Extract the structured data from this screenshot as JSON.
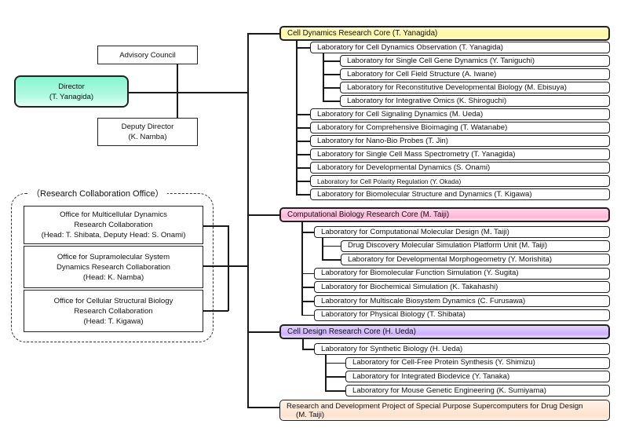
{
  "leadership": {
    "advisory_council": "Advisory Council",
    "director": {
      "title": "Director",
      "name": "(T. Yanagida)"
    },
    "deputy_director": {
      "title": "Deputy Director",
      "name": "(K. Namba)"
    }
  },
  "collaboration_office": {
    "title": "（Research Collaboration Office）",
    "offices": [
      {
        "lines": [
          "Office for Multicellular Dynamics",
          "Research Collaboration",
          "(Head: T. Shibata, Deputy Head: S. Onami)"
        ]
      },
      {
        "lines": [
          "Office for Supramolecular System",
          "Dynamics Research Collaboration",
          "(Head: K. Namba)"
        ]
      },
      {
        "lines": [
          "Office for Cellular Structural Biology",
          "Research Collaboration",
          "(Head: T. Kigawa)"
        ]
      }
    ]
  },
  "cores": [
    {
      "name": "Cell Dynamics Research Core (T. Yanagida)",
      "color": "#fff8a0",
      "labs": [
        {
          "name": "Laboratory for Cell Dynamics Observation (T. Yanagida)",
          "sub": [
            "Laboratory for Single Cell Gene Dynamics (Y. Taniguchi)",
            "Laboratory for Cell Field Structure (A. Iwane)",
            "Laboratory for Reconstitutive Developmental Biology (M. Ebisuya)",
            "Laboratory for Integrative Omics (K. Shiroguchi)"
          ]
        },
        {
          "name": "Laboratory for Cell Signaling Dynamics (M. Ueda)"
        },
        {
          "name": "Laboratory for Comprehensive Bioimaging (T. Watanabe)"
        },
        {
          "name": "Laboratory for Nano-Bio Probes (T. Jin)"
        },
        {
          "name": "Laboratory for Single Cell Mass Spectrometry (T. Yanagida)"
        },
        {
          "name": "Laboratory for Developmental Dynamics (S. Onami)"
        },
        {
          "name": "Laboratory for Cell Polarity Regulation (Y. Okada)"
        },
        {
          "name": "Laboratory for Biomolecular Structure and Dynamics (T. Kigawa)"
        }
      ]
    },
    {
      "name": "Computational Biology Research Core (M. Taiji)",
      "color": "#ffb7d7",
      "labs": [
        {
          "name": "Laboratory for Computational Molecular Design (M. Taiji)",
          "sub": [
            "Drug Discovery Molecular Simulation Platform Unit (M. Taiji)",
            "Laboratory for Developmental Morphogeometry (Y. Morishita)"
          ]
        },
        {
          "name": "Laboratory for Biomolecular Function Simulation (Y. Sugita)"
        },
        {
          "name": "Laboratory for Biochemical Simulation (K. Takahashi)"
        },
        {
          "name": "Laboratory for Multiscale Biosystem Dynamics (C. Furusawa)"
        },
        {
          "name": "Laboratory for Physical Biology (T. Shibata)"
        }
      ]
    },
    {
      "name": "Cell Design Research Core (H. Ueda)",
      "color": "#cdb0ff",
      "labs": [
        {
          "name": "Laboratory for Synthetic Biology (H. Ueda)",
          "sub": [
            "Laboratory for Cell-Free Protein Synthesis (Y. Shimizu)",
            "Laboratory for Integrated Biodevice (Y. Tanaka)",
            "Laboratory for Mouse Genetic Engineering (K. Sumiyama)"
          ]
        }
      ]
    }
  ],
  "project": {
    "line1": "Research and Development Project of Special Purpose Supercomputers for Drug Design",
    "line2": "(M. Taiji)",
    "color": "#fde3cf"
  }
}
